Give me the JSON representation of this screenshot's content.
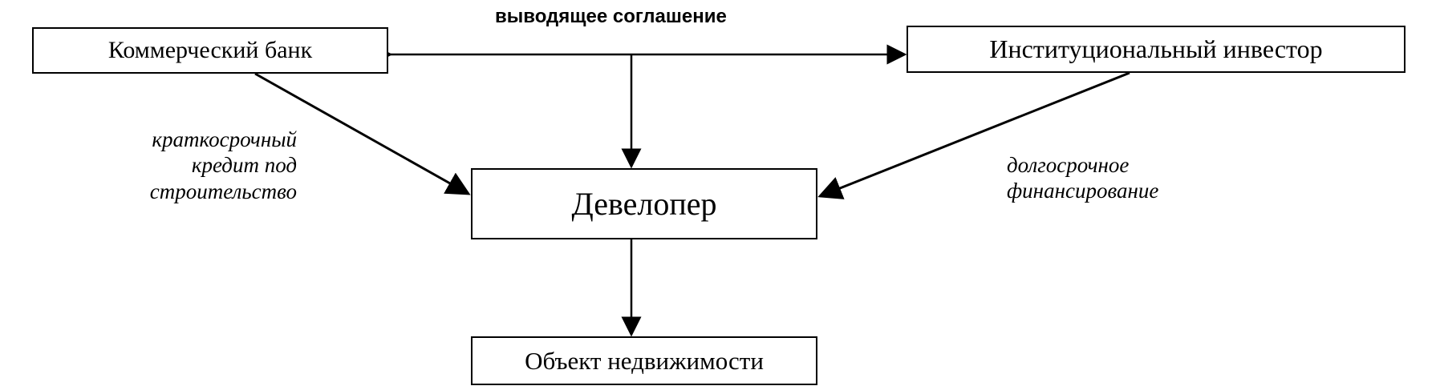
{
  "diagram": {
    "agreement_label": "выводящее соглашение",
    "nodes": {
      "bank": "Коммерческий банк",
      "investor": "Институциональный инвестор",
      "developer": "Девелопер",
      "object": "Объект недвижимости"
    },
    "labels": {
      "short_credit": [
        "краткосрочный",
        "кредит под",
        "строительство"
      ],
      "long_finance": [
        "долгосрочное",
        "финансирование"
      ]
    },
    "colors": {
      "line": "#000000",
      "background": "#ffffff"
    }
  }
}
